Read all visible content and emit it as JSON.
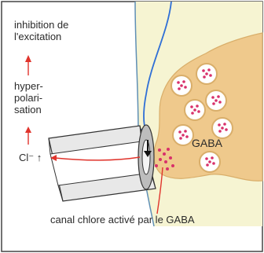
{
  "diagram": {
    "labels": {
      "inhibition": "inhibition de\nl'excitation",
      "hyperpolarisation": "hyper-\npolari-\nsation",
      "ion": "Cl⁻ ↑",
      "gaba": "GABA",
      "channel": "canal chlore activé par le GABA"
    },
    "colors": {
      "cleft": "#f6f4d2",
      "terminal": "#efc98c",
      "terminal_edge": "#d9ae6a",
      "vesicle_dot": "#d8306a",
      "arrow_red": "#e0342c",
      "axon_blue": "#2f6fd6",
      "channel_gray": "#bdbdbd"
    }
  }
}
